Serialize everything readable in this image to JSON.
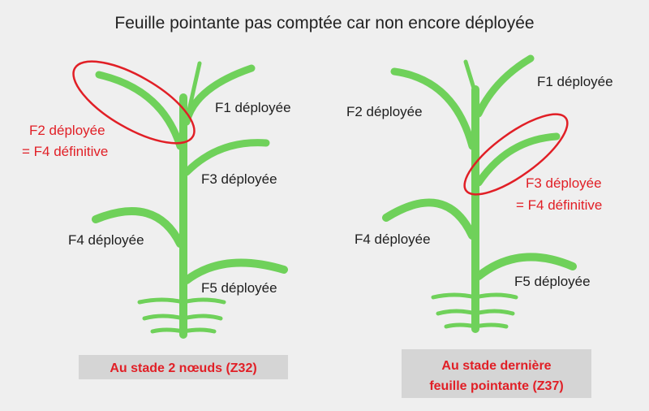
{
  "title": "Feuille pointante pas comptée car non encore déployée",
  "colors": {
    "background": "#efefef",
    "plant": "#6fd15a",
    "highlight": "#e11f26",
    "label": "#1e1e1e",
    "stage_box": "#d5d5d5"
  },
  "left_plant": {
    "labels": {
      "f1": "F1 déployée",
      "f2_red_line1": "F2 déployée",
      "f2_red_line2": "= F4 définitive",
      "f3": "F3 déployée",
      "f4": "F4 déployée",
      "f5": "F5 déployée"
    },
    "stage_caption": "Au stade 2 nœuds (Z32)"
  },
  "right_plant": {
    "labels": {
      "f1": "F1 déployée",
      "f2": "F2 déployée",
      "f3_red_line1": "F3 déployée",
      "f3_red_line2": "= F4 définitive",
      "f4": "F4 déployée",
      "f5": "F5 déployée"
    },
    "stage_caption_line1": "Au stade dernière",
    "stage_caption_line2": "feuille pointante (Z37)"
  }
}
